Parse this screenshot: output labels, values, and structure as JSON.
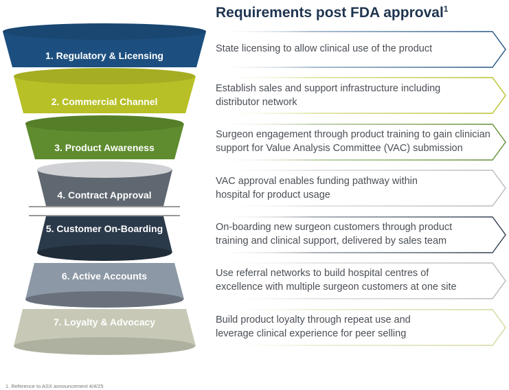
{
  "title": "Requirements post FDA approval",
  "title_sup": "1",
  "footnote": "1. Reference to ASX announcement 4/4/25",
  "stages": [
    {
      "label": "1. Regulatory & Licensing",
      "color": "#1c4f7f",
      "description": "State licensing to allow clinical use of the product",
      "chevron_color": "#1c4f7f"
    },
    {
      "label": "2. Commercial Channel",
      "color": "#b7c026",
      "description": "Establish sales and support infrastructure including\ndistributor network",
      "chevron_color": "#b7c026"
    },
    {
      "label": "3. Product Awareness",
      "color": "#5e8c2e",
      "description": "Surgeon engagement through product training to gain clinician\nsupport for Value Analysis Committee (VAC) submission",
      "chevron_color": "#5e8c2e"
    },
    {
      "label": "4. Contract Approval",
      "color": "#5f6770",
      "description": "VAC approval enables funding pathway within\nhospital for product usage",
      "chevron_color": "#b5b9bd"
    },
    {
      "label": "5. Customer On-Boarding",
      "color": "#2b3a4b",
      "description": "On-boarding new surgeon customers through product\ntraining and clinical support, delivered by sales team",
      "chevron_color": "#2b3a4b"
    },
    {
      "label": "6. Active Accounts",
      "color": "#8c98a5",
      "description": "Use referral networks to build hospital centres of\nexcellence with multiple surgeon customers at one site",
      "chevron_color": "#b5b9bd"
    },
    {
      "label": "7. Loyalty & Advocacy",
      "color": "#c7c9b6",
      "description": "Build product loyalty through repeat use and\nleverage clinical experience for peer selling",
      "chevron_color": "#d4d69a"
    }
  ]
}
